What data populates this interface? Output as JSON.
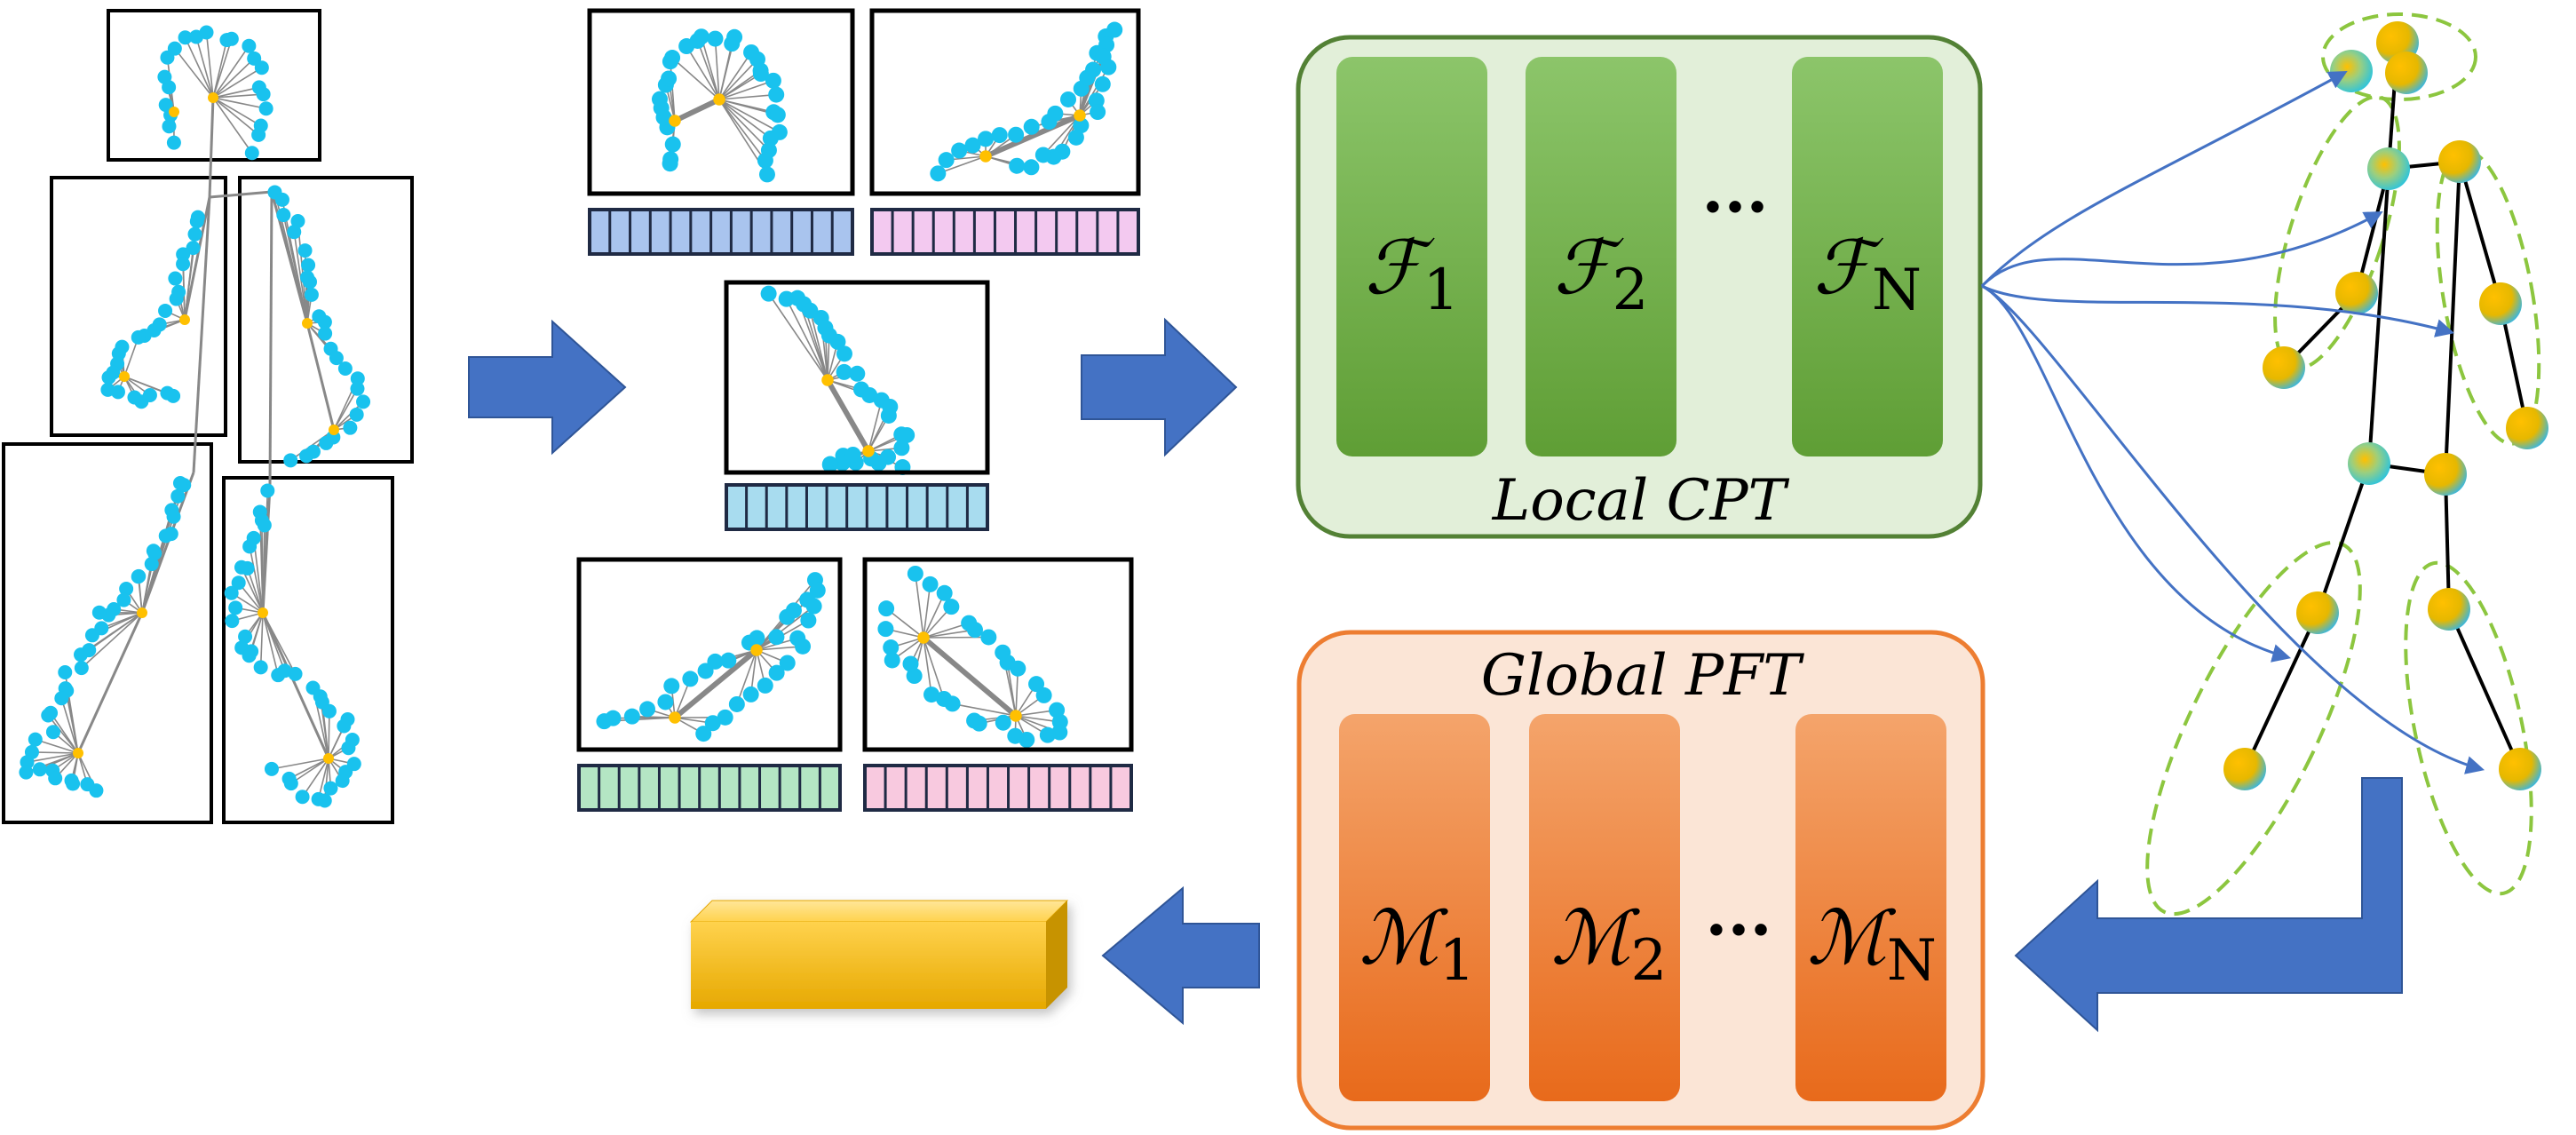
{
  "local_module": {
    "title": "Local CPT",
    "blocks": [
      {
        "symbol": "ℱ",
        "sub": "1"
      },
      {
        "symbol": "ℱ",
        "sub": "2"
      },
      {
        "symbol": "ℱ",
        "sub": "N"
      }
    ],
    "ellipsis": "···"
  },
  "global_module": {
    "title": "Global PFT",
    "blocks": [
      {
        "symbol": "ℳ",
        "sub": "1"
      },
      {
        "symbol": "ℳ",
        "sub": "2"
      },
      {
        "symbol": "ℳ",
        "sub": "N"
      }
    ],
    "ellipsis": "···"
  },
  "colors": {
    "arrow_blue": "#4472c4",
    "local_bg": "#e2efd9",
    "local_border": "#538135",
    "local_block_top": "#8cc56a",
    "local_block_bottom": "#5f9e35",
    "global_bg": "#fbe5d6",
    "global_border": "#ed7d31",
    "global_block_top": "#f4a46b",
    "global_block_bottom": "#e86a1b",
    "keypoint_cyan": "#19c2ee",
    "joint_yellow": "#ffc000",
    "token_blue": "#a9c4ee",
    "token_pink": "#f3c9f0",
    "token_lightblue": "#a8dcef",
    "token_green": "#b4e6c4",
    "token_lightpink": "#f8c9df",
    "part_group_outline": "#8cc63f",
    "output_bar": "#ffc000"
  }
}
